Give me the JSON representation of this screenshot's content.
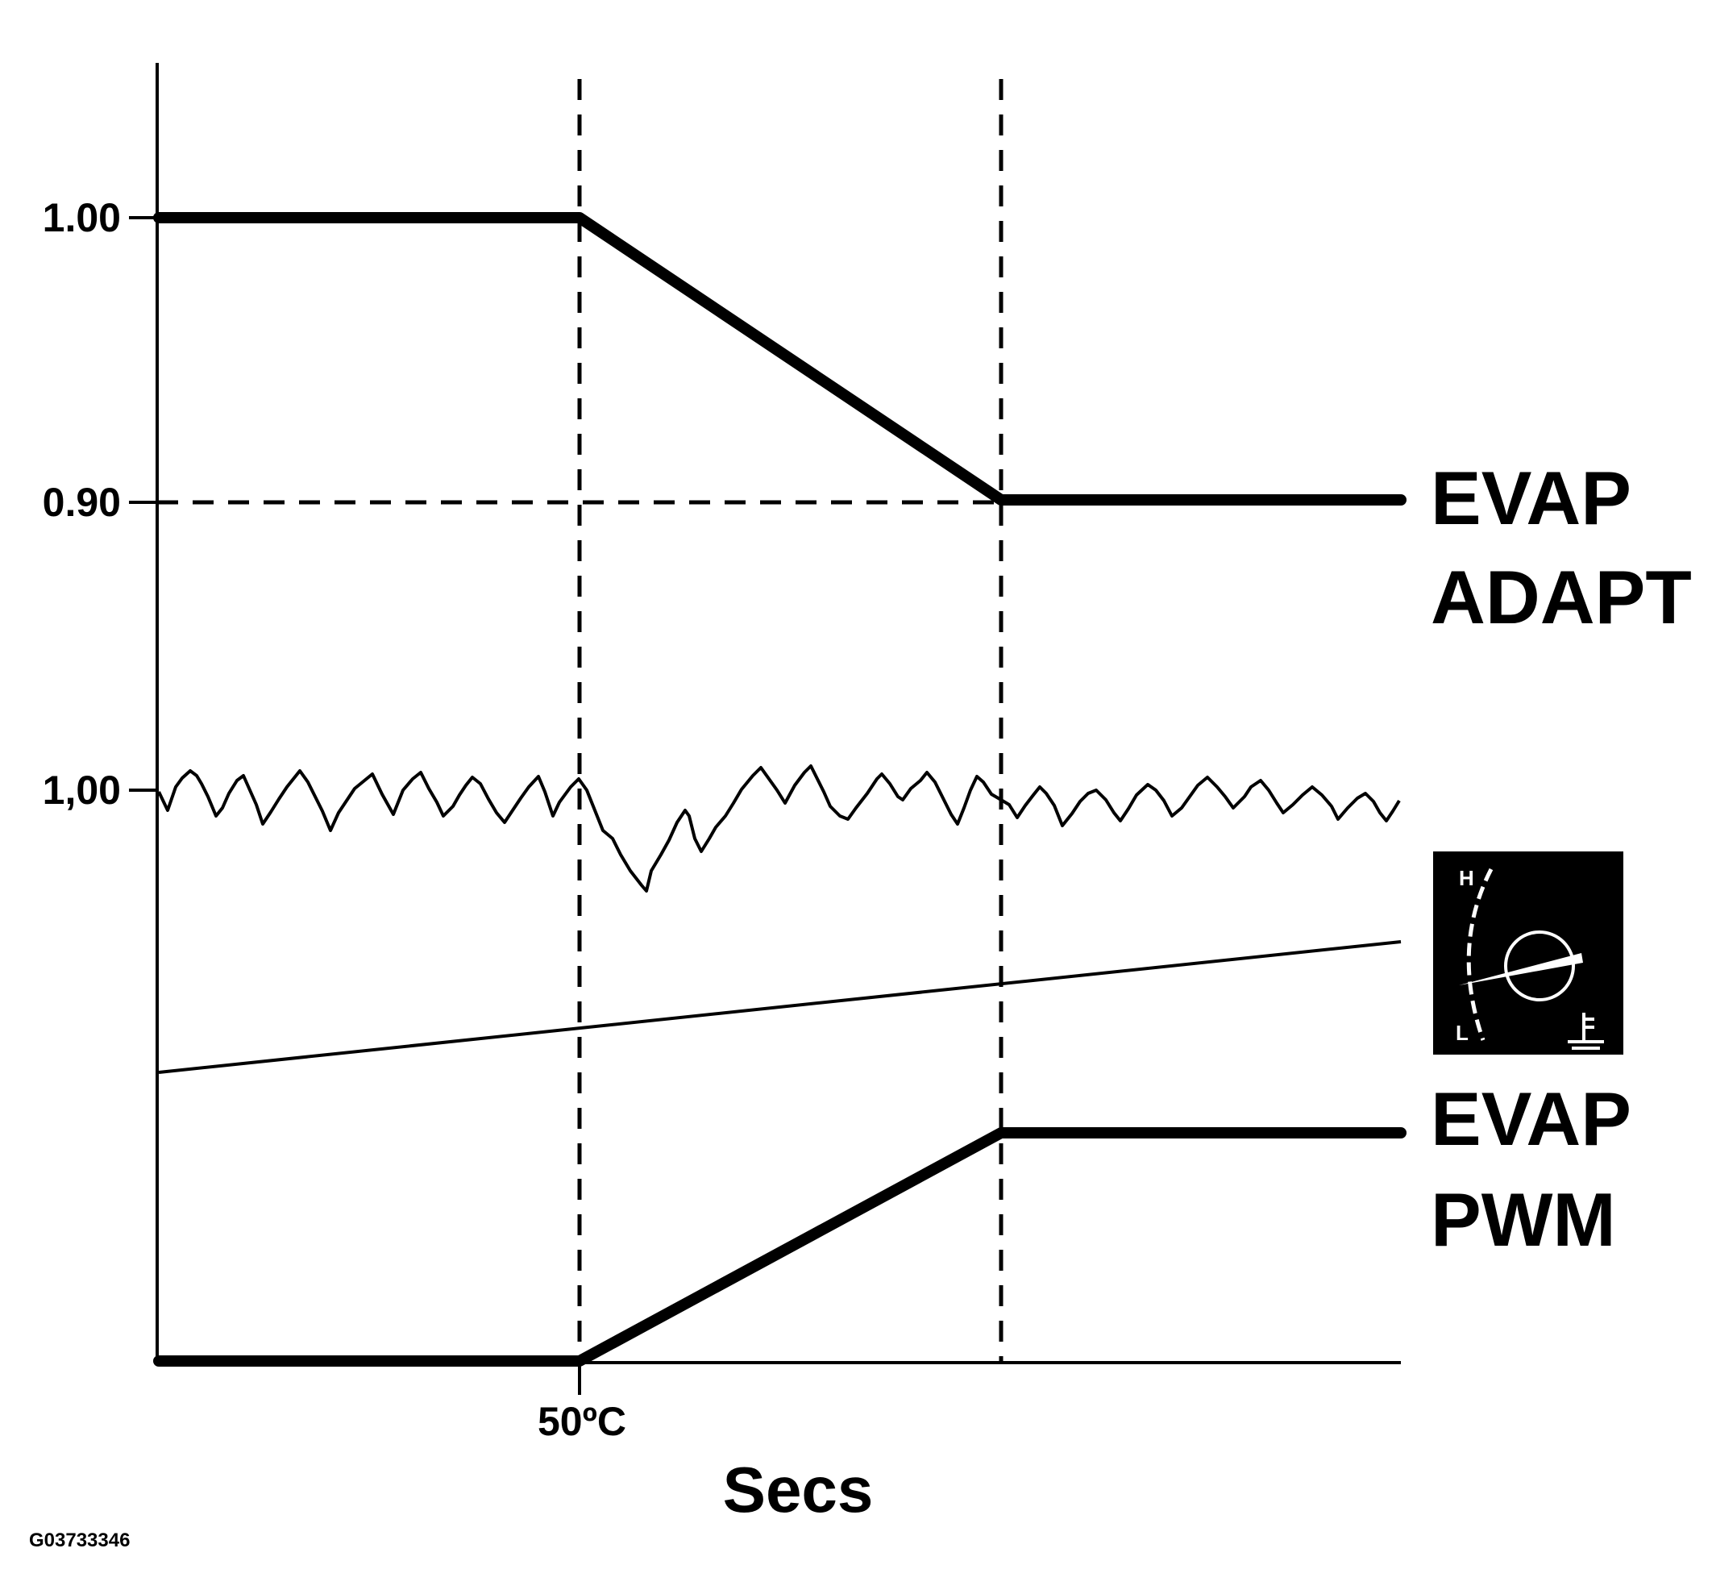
{
  "left_axis": {
    "tick_top": "1.00",
    "tick_middle": "0.90",
    "tick_lower": "1,00"
  },
  "x_axis": {
    "marker_label": "50ºC",
    "title": "Secs"
  },
  "signals": {
    "adapt_line1": "EVAP",
    "adapt_line2": "ADAPT",
    "pwm_line1": "EVAP",
    "pwm_line2": "PWM"
  },
  "gauge": {
    "icon": "coolant-temperature-gauge-icon",
    "high_label": "H",
    "low_label": "L"
  },
  "figure_id": "G03733346"
}
